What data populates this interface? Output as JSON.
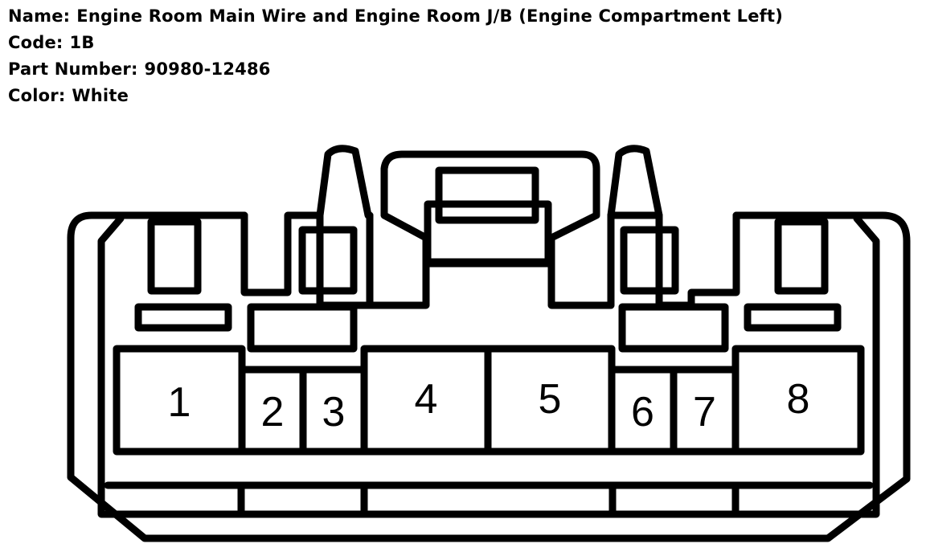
{
  "info": {
    "name_label": "Name:",
    "name_value": "Engine Room Main Wire and Engine Room J/B (Engine Compartment Left)",
    "code_label": "Code:",
    "code_value": "1B",
    "part_label": "Part Number:",
    "part_value": "90980-12486",
    "color_label": "Color:",
    "color_value": "White"
  },
  "connector": {
    "pins": [
      "1",
      "2",
      "3",
      "4",
      "5",
      "6",
      "7",
      "8"
    ]
  }
}
